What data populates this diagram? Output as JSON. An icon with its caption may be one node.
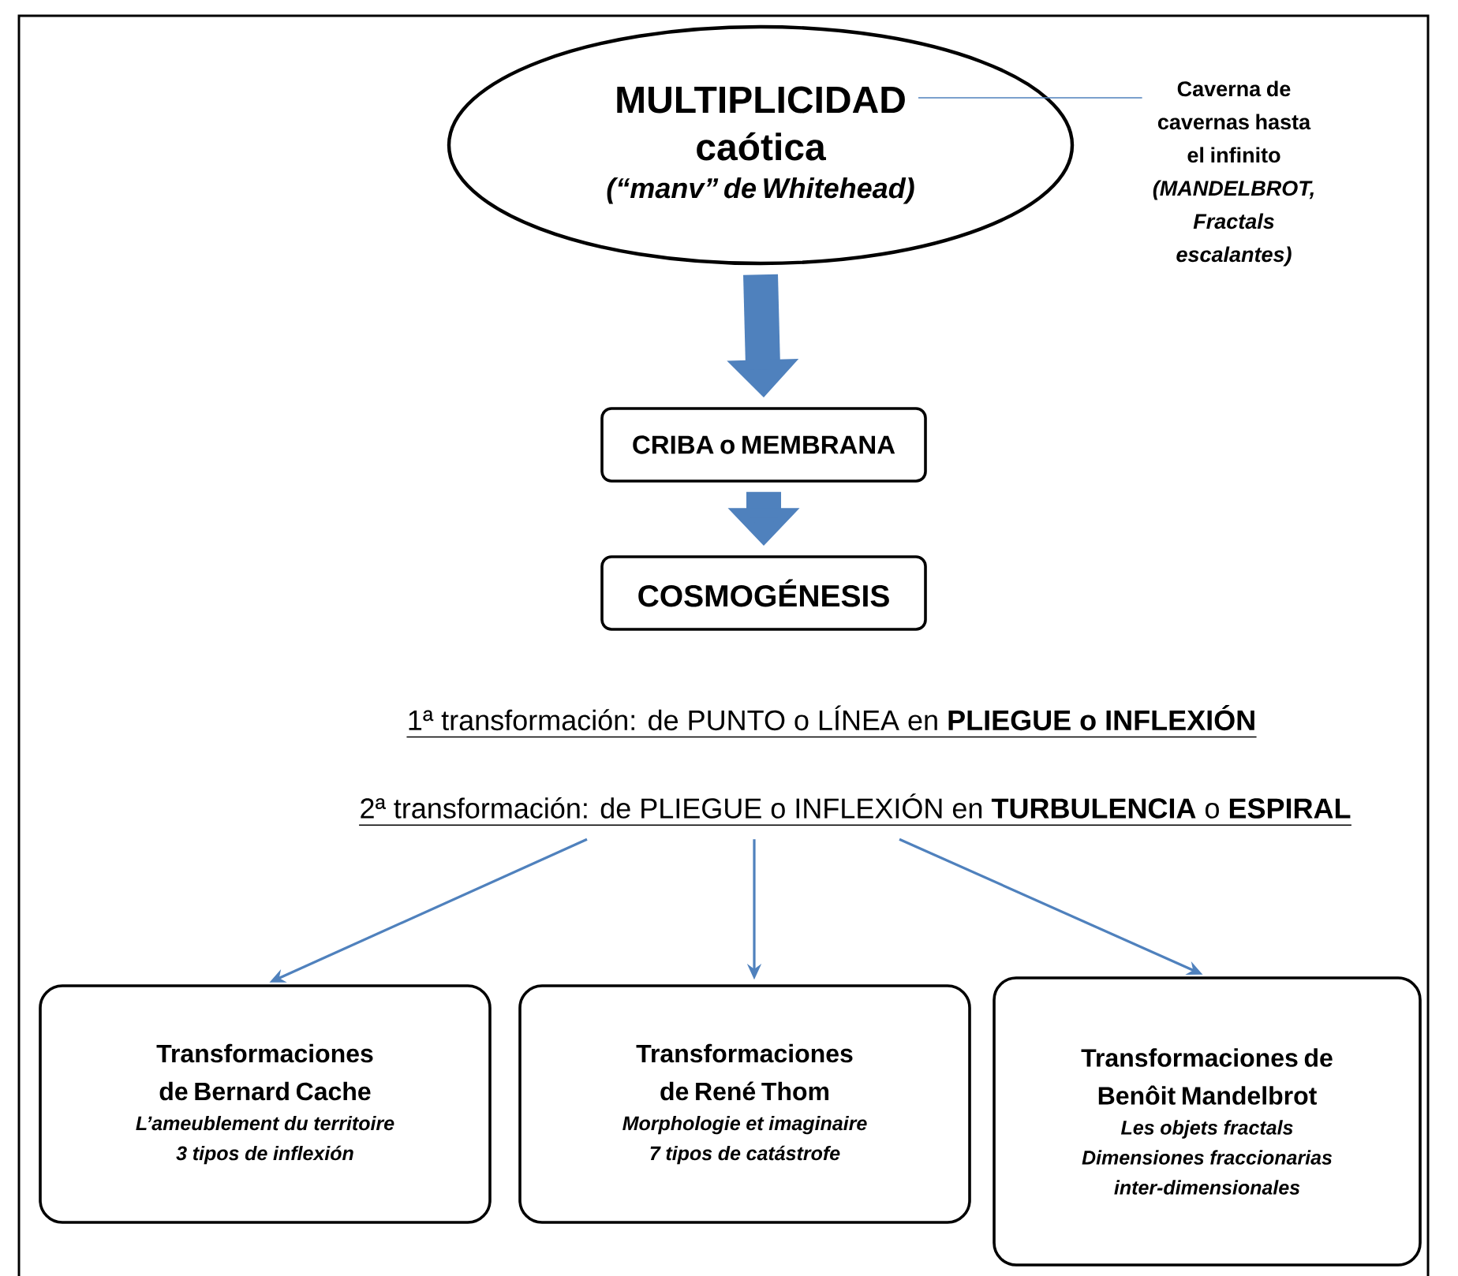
{
  "diagram": {
    "nodes": [
      {
        "text": [
          "MULTIPLICIDAD caótica",
          "(“manv” de Whitehead)"
        ]
      },
      {
        "text": [
          "Caverna de cavernas hasta el infinito",
          "(MANDELBROT, Fractals escalantes)"
        ]
      },
      {
        "text": [
          "CRIBA o MEMBRANA"
        ]
      },
      {
        "text": [
          "COSMOGÉNESIS"
        ]
      },
      {
        "text": [
          "1ª transformación: de PUNTO o LÍNEA en **PLIEGUE o INFLEXIÓN**"
        ]
      },
      {
        "text": [
          "2ª transformación: de PLIEGUE o INFLEXIÓN en **TURBULENCIA** o **ESPIRAL**"
        ]
      },
      {
        "text": [
          "Transformaciones de Bernard Cache",
          "L’ameublement du territoire",
          "3 tipos de inflexión"
        ]
      },
      {
        "text": [
          "Transformaciones de René Thom",
          "Morphologie et imaginaire",
          "7 tipos de catástrofe"
        ]
      },
      {
        "text": [
          "Transformaciones de Benôit Mandelbrot",
          "Les objets fractals",
          "Dimensiones fraccionarias inter-dimensionales"
        ]
      }
    ],
    "edges": [
      {
        "from": 0,
        "to": 1,
        "arrow": "none"
      },
      {
        "from": 0,
        "to": 2,
        "arrow": "to",
        "style": "thick"
      },
      {
        "from": 2,
        "to": 3,
        "arrow": "to",
        "style": "thick"
      },
      {
        "from": 5,
        "to": 6,
        "arrow": "to"
      },
      {
        "from": 5,
        "to": 7,
        "arrow": "to"
      },
      {
        "from": 5,
        "to": 8,
        "arrow": "to"
      }
    ]
  }
}
